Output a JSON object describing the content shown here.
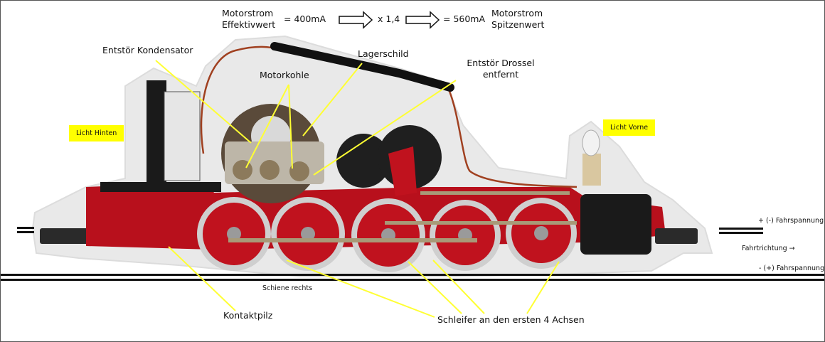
{
  "formula": {
    "motor_current_label": "Motorstrom\nEffektivwert",
    "effective_value": "= 400mA",
    "factor": "x 1,4",
    "peak_value": "= 560mA",
    "peak_label": "Motorstrom\nSpitzenwert"
  },
  "labels": {
    "entstoer_kondensator": "Entstör Kondensator",
    "motorkohle": "Motorkohle",
    "lagerschild": "Lagerschild",
    "entstoer_drossel": "Entstör Drossel\nentfernt",
    "licht_hinten": "Licht Hinten",
    "licht_vorne": "Licht Vorne",
    "fahrspannung_plus": "+ (-) Fahrspannung",
    "fahrtrichtung": "Fahrtrichtung →",
    "fahrspannung_minus": "- (+) Fahrspannung",
    "schiene_rechts": "Schiene rechts",
    "kontaktpilz": "Kontaktpilz",
    "schleifer": "Schleifer an den ersten 4 Achsen"
  },
  "colors": {
    "callout_line": "#ffff33",
    "highlight": "#ffff00",
    "locomotive_red": "#c0121e",
    "chassis_black": "#1a1a1a",
    "halo": "#e8e8e8"
  },
  "icons": [
    "arrow-right-icon",
    "arrow-right-icon"
  ]
}
